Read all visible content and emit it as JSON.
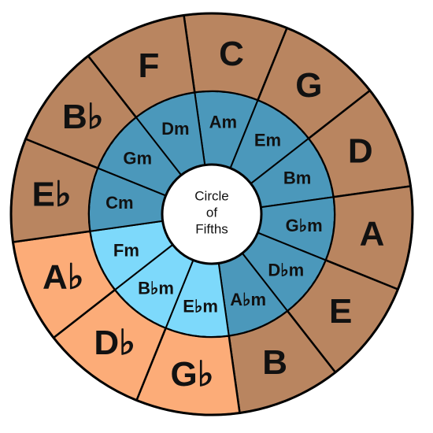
{
  "center": {
    "lines": [
      "Circle",
      "of",
      "Fifths"
    ]
  },
  "colors": {
    "major_dark": "#b98560",
    "major_light": "#fcac78",
    "minor_dark": "#4b98bb",
    "minor_light": "#7dd9fb",
    "outline": "#000000",
    "center_fill": "#ffffff"
  },
  "major_keys": [
    {
      "label": "C",
      "shade": "dark"
    },
    {
      "label": "G",
      "shade": "dark"
    },
    {
      "label": "D",
      "shade": "dark"
    },
    {
      "label": "A",
      "shade": "dark"
    },
    {
      "label": "E",
      "shade": "dark"
    },
    {
      "label": "B",
      "shade": "dark"
    },
    {
      "label": "G♭",
      "shade": "light"
    },
    {
      "label": "D♭",
      "shade": "light"
    },
    {
      "label": "A♭",
      "shade": "light"
    },
    {
      "label": "E♭",
      "shade": "dark"
    },
    {
      "label": "B♭",
      "shade": "dark"
    },
    {
      "label": "F",
      "shade": "dark"
    }
  ],
  "minor_keys": [
    {
      "label": "Am",
      "shade": "dark"
    },
    {
      "label": "Em",
      "shade": "dark"
    },
    {
      "label": "Bm",
      "shade": "dark"
    },
    {
      "label": "G♭m",
      "shade": "dark"
    },
    {
      "label": "D♭m",
      "shade": "dark"
    },
    {
      "label": "A♭m",
      "shade": "dark"
    },
    {
      "label": "E♭m",
      "shade": "light"
    },
    {
      "label": "B♭m",
      "shade": "light"
    },
    {
      "label": "Fm",
      "shade": "light"
    },
    {
      "label": "Cm",
      "shade": "dark"
    },
    {
      "label": "Gm",
      "shade": "dark"
    },
    {
      "label": "Dm",
      "shade": "dark"
    }
  ]
}
